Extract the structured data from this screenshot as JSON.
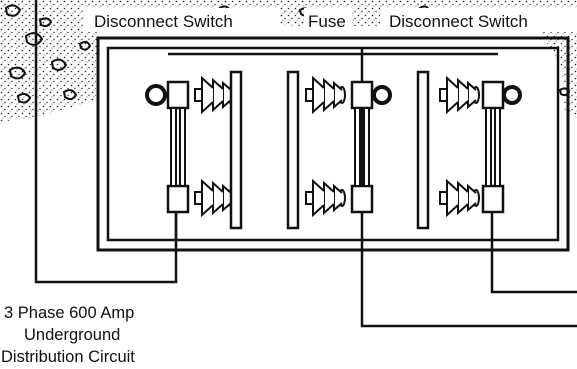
{
  "labels": {
    "disconnect_switch_left": "Disconnect Switch",
    "fuse": "Fuse",
    "disconnect_switch_right": "Disconnect Switch"
  },
  "caption": {
    "line1": "3 Phase 600 Amp",
    "line2": "Underground",
    "line3": "Distribution Circuit"
  },
  "colors": {
    "ink": "#111111",
    "paper": "#ffffff"
  }
}
